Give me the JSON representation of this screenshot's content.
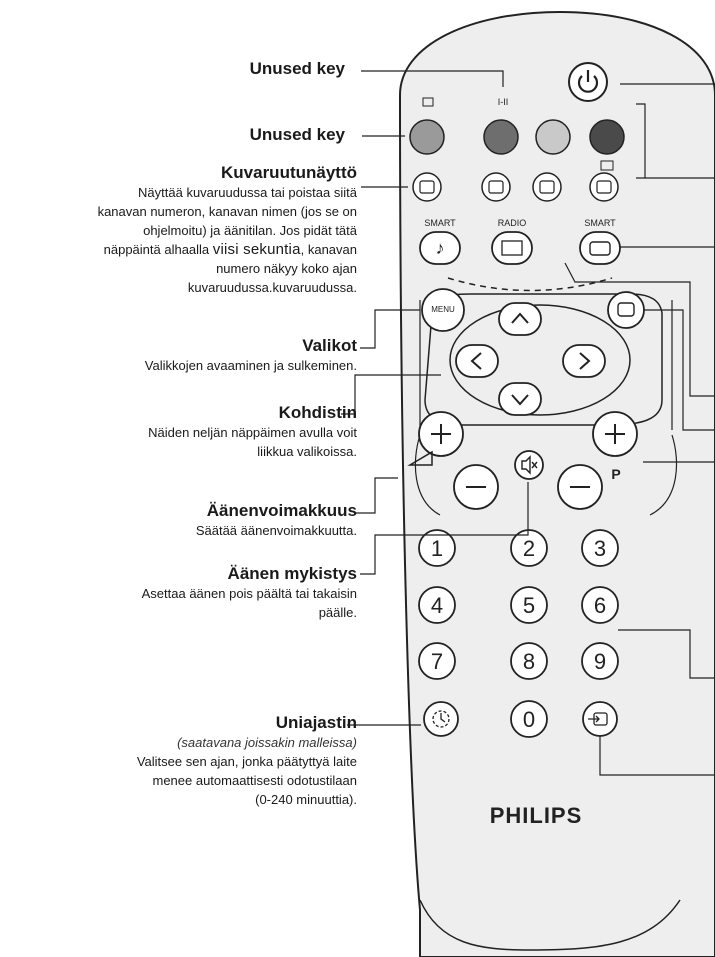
{
  "labels": {
    "unused_key_1": {
      "title": "Unused key"
    },
    "unused_key_2": {
      "title": "Unused key"
    },
    "osd": {
      "title": "Kuvaruutunäyttö",
      "desc_1": "Näyttää kuvaruudussa tai poistaa siitä",
      "desc_2": "kanavan numeron, kanavan nimen (jos se on",
      "desc_3": "ohjelmoitu) ja äänitilan. Jos pidät tätä",
      "desc_4a": "näppäintä alhaalla ",
      "desc_4b": "viisi sekuntia",
      "desc_4c": ", kanavan",
      "desc_5": "numero näkyy koko ajan",
      "desc_6": "kuvaruudussa.kuvaruudussa."
    },
    "menus": {
      "title": "Valikot",
      "desc": "Valikkojen avaaminen ja sulkeminen."
    },
    "cursor": {
      "title": "Kohdistin",
      "desc_1": "Näiden neljän näppäimen avulla voit",
      "desc_2": "liikkua valikoissa."
    },
    "volume": {
      "title": "Äänenvoimakkuus",
      "desc": "Säätää äänenvoimakkuutta."
    },
    "mute": {
      "title": "Äänen mykistys",
      "desc_1": "Asettaa äänen pois päältä tai takaisin",
      "desc_2": "päälle."
    },
    "sleep": {
      "title": "Uniajastin",
      "note": "(saatavana joissakin malleissa)",
      "desc_1": "Valitsee sen ajan, jonka päätyttyä laite",
      "desc_2": "menee automaattisesti odotustilaan",
      "desc_3": "(0-240 minuuttia)."
    }
  },
  "remote": {
    "brand": "PHILIPS",
    "key_labels": {
      "dual": "I-II",
      "smart_left": "SMART",
      "radio": "RADIO",
      "smart_right": "SMART",
      "menu": "MENU",
      "program": "P"
    },
    "digits": [
      "1",
      "2",
      "3",
      "4",
      "5",
      "6",
      "7",
      "8",
      "9",
      "0"
    ],
    "color_keys": [
      "#9a9a9a",
      "#6e6e6e",
      "#c9c9c9",
      "#4a4a4a"
    ]
  },
  "colors": {
    "body_fill": "#eeeeee",
    "outline": "#222222",
    "key_fill": "#ffffff"
  }
}
